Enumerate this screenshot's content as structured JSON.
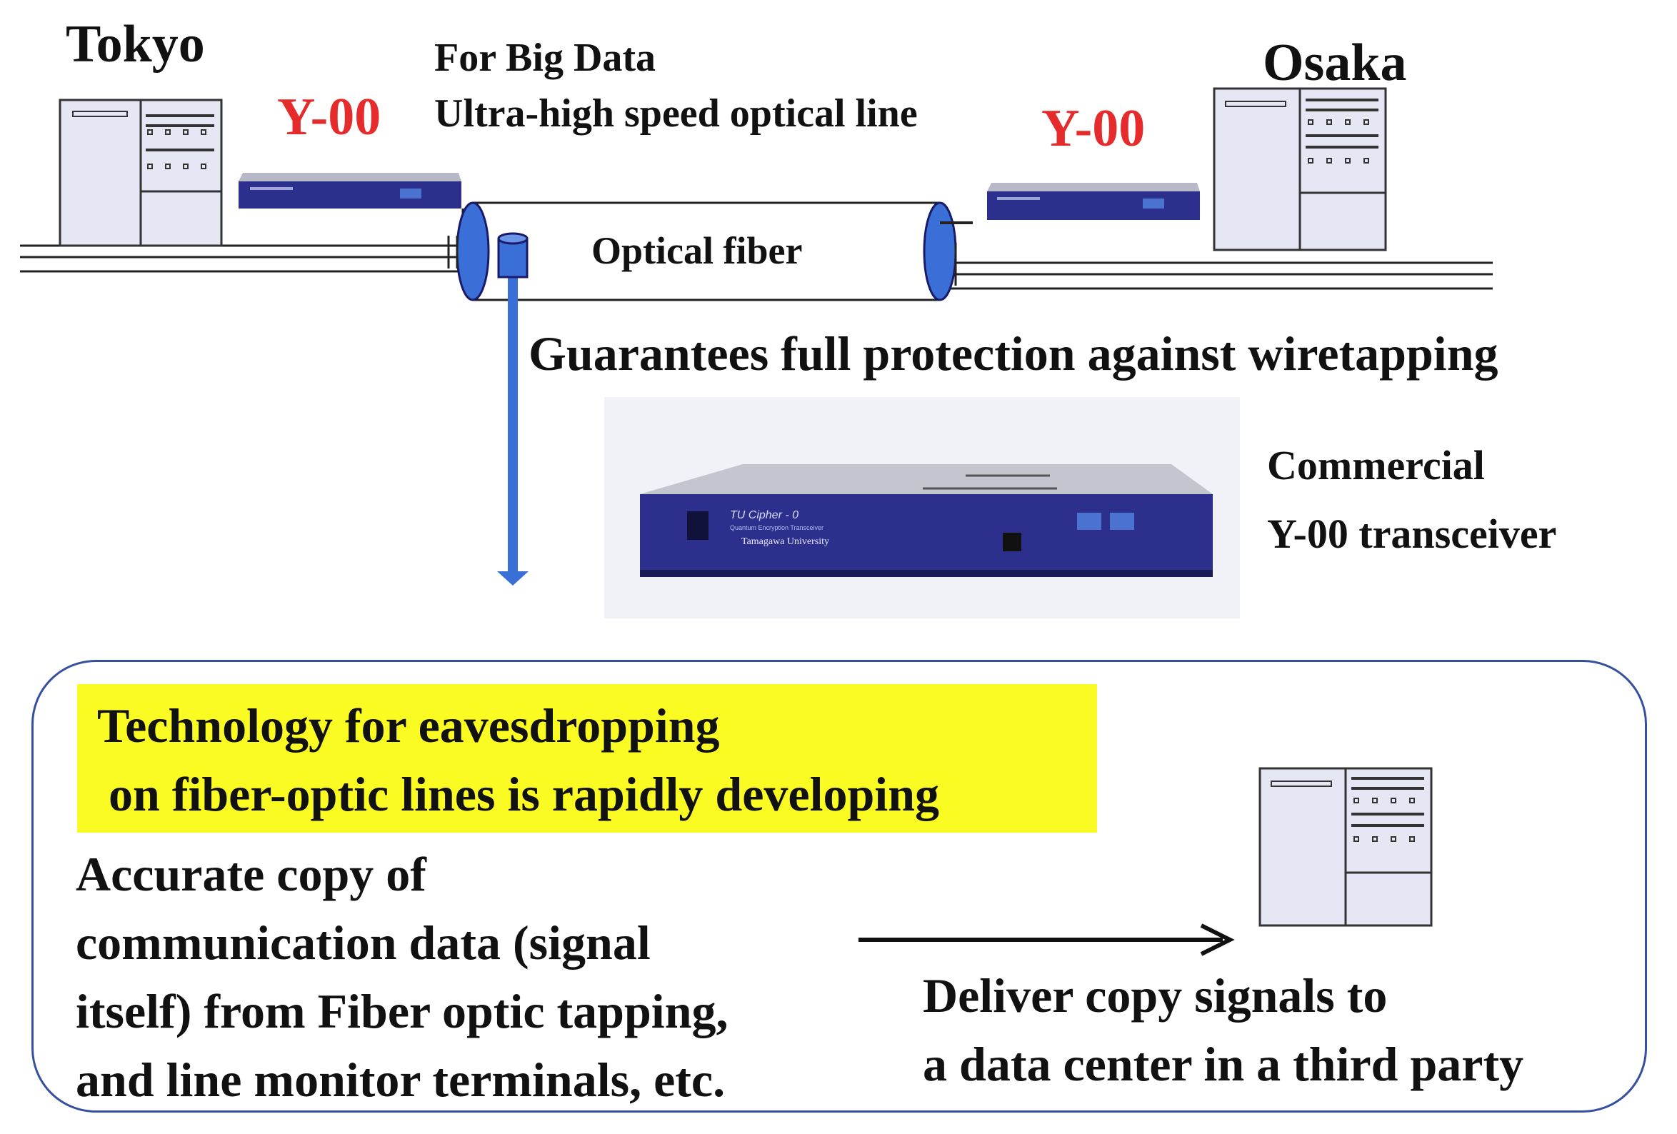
{
  "cities": {
    "tokyo": "Tokyo",
    "osaka": "Osaka"
  },
  "device_label_left": "Y-00",
  "device_label_right": "Y-00",
  "bigdata_caption": {
    "line1": "For Big Data",
    "line2": "Ultra-high speed optical line"
  },
  "fiber_label": "Optical fiber",
  "guarantee": "Guarantees full protection against wiretapping",
  "transceiver_caption": {
    "line1": "Commercial",
    "line2": "Y-00 transceiver"
  },
  "device_faceplate": {
    "model": "TU Cipher - 0",
    "subtitle": "Quantum Encryption Transceiver",
    "maker": "Tamagawa University"
  },
  "risk_box": {
    "highlight": {
      "line1": "Technology for eavesdropping",
      "line2": "on fiber-optic lines is rapidly developing"
    },
    "copy_text": {
      "line1": "Accurate copy of",
      "line2": "communication data (signal",
      "line3": "itself) from Fiber optic tapping,",
      "line4": "and line monitor terminals, etc."
    },
    "deliver_text": {
      "line1": "Deliver copy signals to",
      "line2": "a data center in a third party"
    }
  },
  "colors": {
    "accent_red": "#e52b2b",
    "fiber_blue": "#3a6fd8",
    "device_navy": "#2c2f8c",
    "highlight_yellow": "#fbfb24",
    "frame_blue": "#3650a0"
  }
}
